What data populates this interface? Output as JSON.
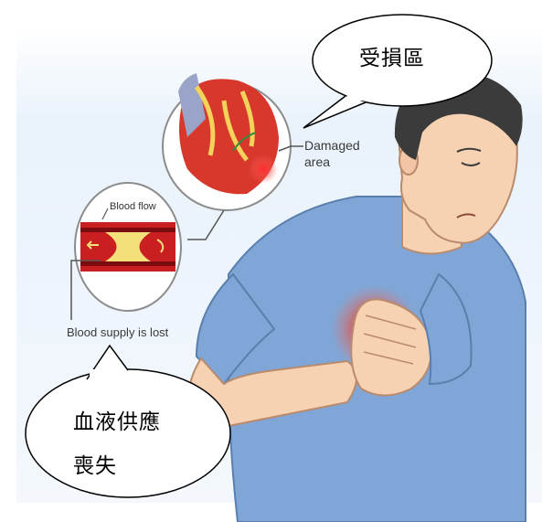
{
  "labels": {
    "damaged_area": "Damaged area",
    "blood_flow": "Blood flow",
    "blood_supply_lost": "Blood supply is lost"
  },
  "bubbles": {
    "top": "受損區",
    "bottom_line1": "血液供應",
    "bottom_line2": "喪失"
  },
  "colors": {
    "shirt": "#7fa6d6",
    "skin": "#f6d2b3",
    "hair": "#3b3b3b",
    "heart_red": "#d8382c",
    "vessel_yellow": "#f4e07a",
    "background_band": "#e6f0fa"
  }
}
